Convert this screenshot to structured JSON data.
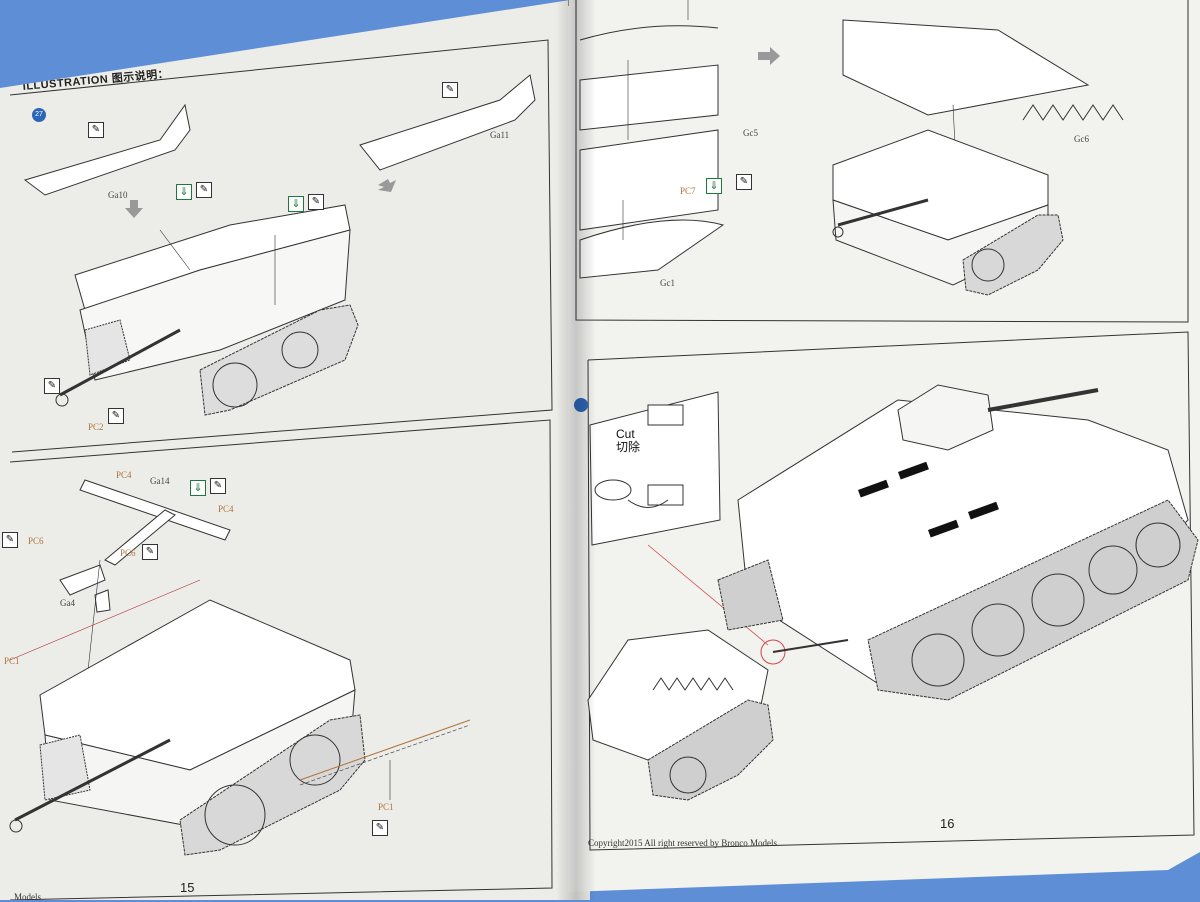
{
  "left_page": {
    "header": "ILLUSTRATION 图示说明：",
    "step_number": "27",
    "page_number": "15",
    "footer_fragment": "Models",
    "top_labels": {
      "ga10": "Ga10",
      "ga11": "Ga11",
      "pc2": "PC2"
    },
    "bottom_labels": {
      "ga14": "Ga14",
      "pc4a": "PC4",
      "pc4b": "PC4",
      "pc6a": "PC6",
      "pc6b": "PC6",
      "ga4": "Ga4",
      "pc1a": "PC1",
      "pc1b": "PC1"
    }
  },
  "right_page": {
    "page_number": "16",
    "copyright": "Copyright2015   All right reserved by Bronco Models",
    "labels": {
      "gc5": "Gc5",
      "gc1": "Gc1",
      "gc6": "Gc6",
      "pc7": "PC7"
    },
    "cut_note": {
      "en": "Cut",
      "zh": "切除"
    }
  },
  "colors": {
    "background": "#5e8fd6",
    "paper": "#ecece8",
    "line": "#333333",
    "label_orange": "#b0743a",
    "icon_green": "#1d7a3c",
    "badge_blue": "#2c66b8"
  }
}
